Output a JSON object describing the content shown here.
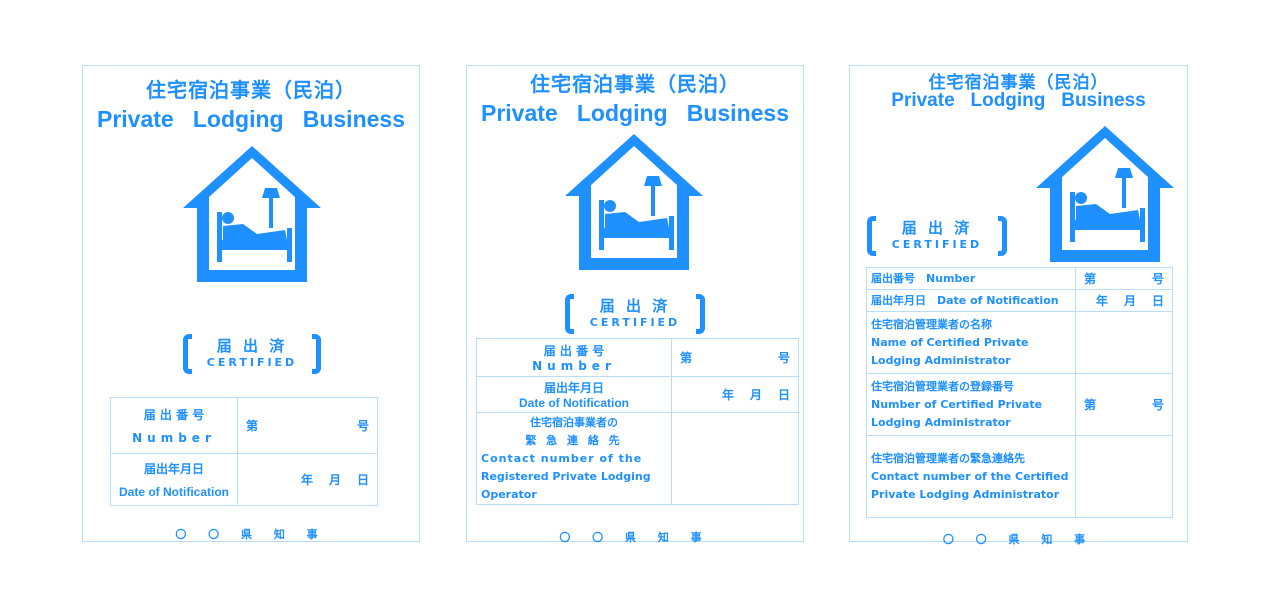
{
  "title_jp": "住宅宿泊事業（民泊）",
  "title_en": "Private   Lodging   Business",
  "certified_jp": "届 出 済",
  "certified_en": "CERTIFIED",
  "label_number_jp": "届 出 番 号",
  "label_number_en": "Number",
  "label_number_combined": "届出番号　Number",
  "label_date_jp": "届出年月日",
  "label_date_en": "Date of Notification",
  "unit_dai": "第",
  "unit_go": "号",
  "unit_year": "年",
  "unit_month": "月",
  "unit_day": "日",
  "operator_contact_jp_1": "住宅宿泊事業者の",
  "operator_contact_jp_2": "緊 急 連 絡 先",
  "operator_contact_en_1": "Contact number of the",
  "operator_contact_en_2": "Registered Private Lodging",
  "operator_contact_en_3": "Operator",
  "admin_name_jp": "住宅宿泊管理業者の名称",
  "admin_name_en": "Name of Certified Private Lodging Administrator",
  "admin_reg_jp": "住宅宿泊管理業者の登録番号",
  "admin_reg_en": "Number of Certified Private Lodging Administrator",
  "admin_contact_jp": "住宅宿泊管理業者の緊急連絡先",
  "admin_contact_en": "Contact number of the Certified Private Lodging Administrator",
  "footer": "〇 〇 県 知 事",
  "colors": {
    "primary": "#1e90ff",
    "border": "#b9dcf7"
  },
  "icons": [
    "house-with-bed-icon"
  ]
}
